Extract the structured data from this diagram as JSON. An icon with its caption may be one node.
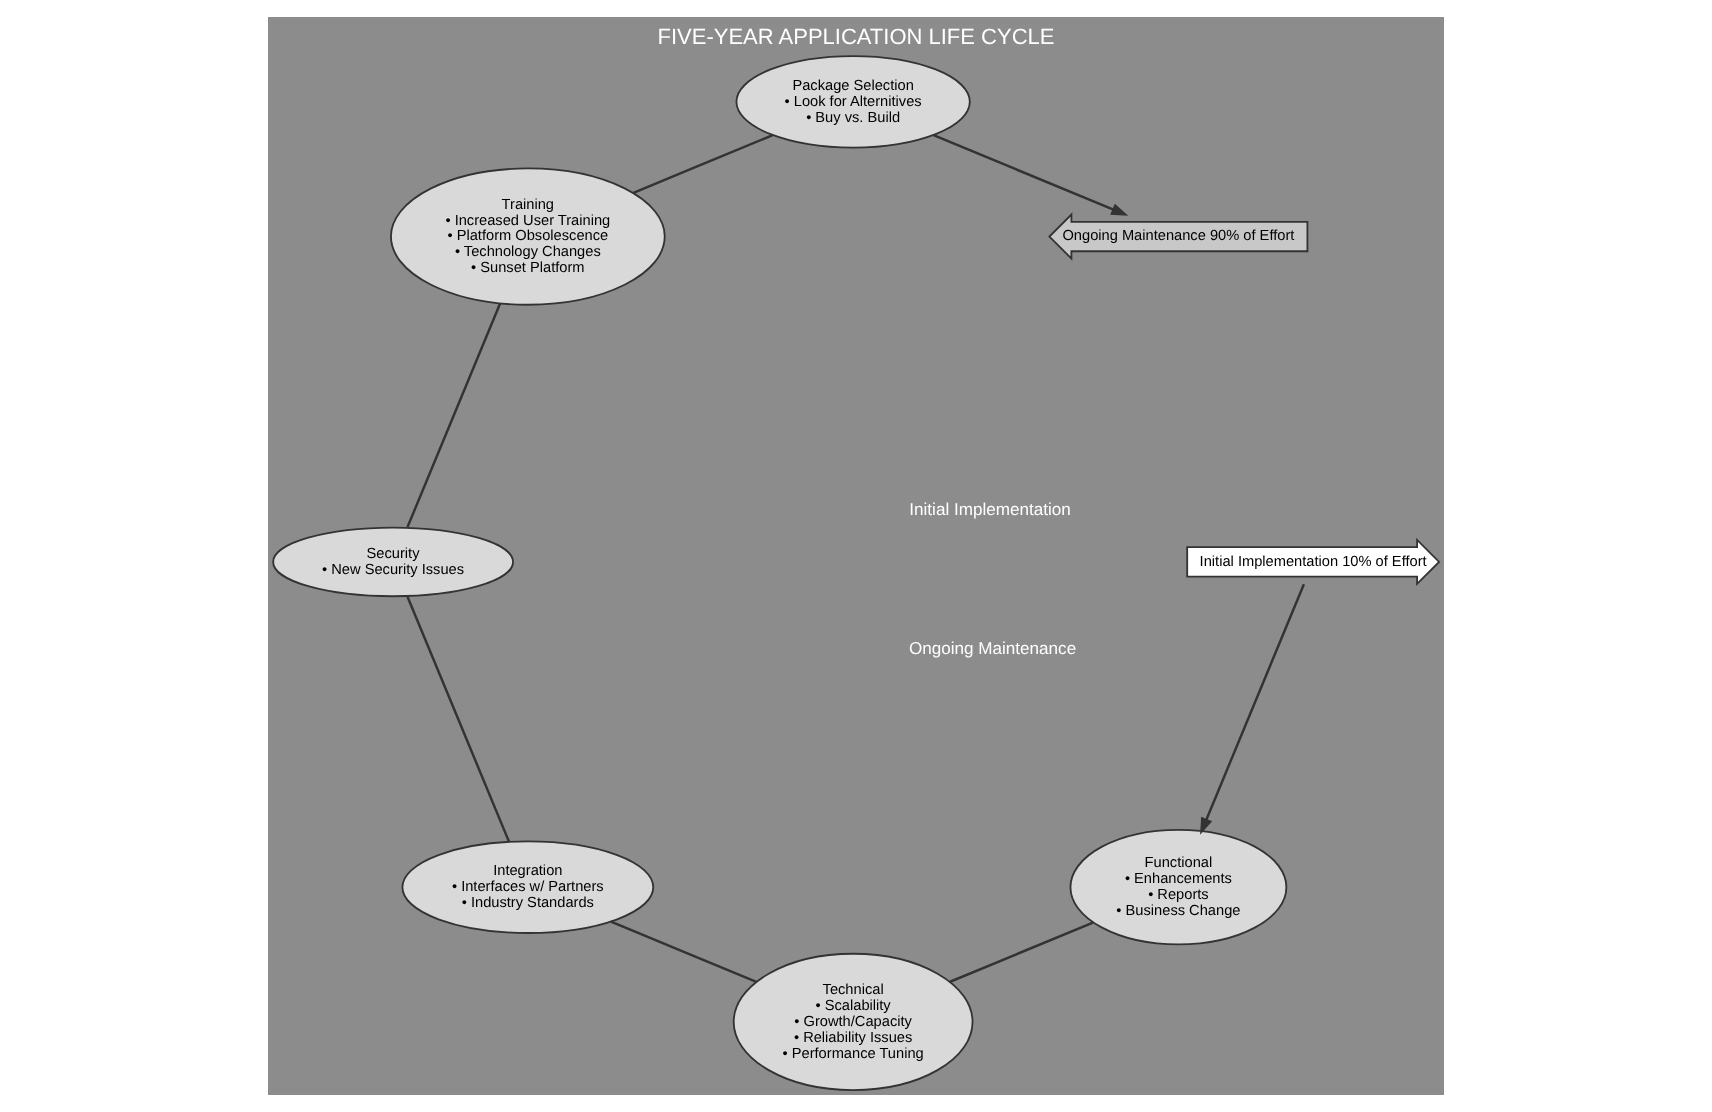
{
  "diagram": {
    "title": "FIVE-YEAR APPLICATION LIFE CYCLE",
    "nodes": [
      {
        "text": [
          "Functional",
          "• Enhancements",
          "• Reports",
          "• Business Change"
        ]
      },
      {
        "text": [
          "Technical",
          "• Scalability",
          "• Growth/Capacity",
          "• Reliability Issues",
          "• Performance Tuning"
        ]
      },
      {
        "text": [
          "Initial Implementation 10% of Effort"
        ]
      },
      {
        "text": [
          "Integration",
          "• Interfaces w/ Partners",
          "• Industry Standards"
        ]
      },
      {
        "text": [
          "Ongoing Maintenance 90% of Effort"
        ]
      },
      {
        "text": [
          "Security",
          "• New Security Issues"
        ]
      },
      {
        "text": [
          "Package Selection",
          "• Look for Alternitives",
          "• Buy vs. Build"
        ]
      },
      {
        "text": [
          "Training",
          "• Increased User Training",
          "• Platform Obsolescence",
          "• Technology Changes",
          "• Sunset Platform"
        ]
      }
    ],
    "edges": [
      {
        "from": 2,
        "to": 0,
        "arrow": "to"
      },
      {
        "from": 0,
        "to": 1,
        "arrow": "none"
      },
      {
        "from": 1,
        "to": 3,
        "arrow": "none"
      },
      {
        "from": 3,
        "to": 5,
        "arrow": "none"
      },
      {
        "from": 5,
        "to": 7,
        "arrow": "none"
      },
      {
        "from": 7,
        "to": 6,
        "arrow": "none"
      },
      {
        "from": 6,
        "to": 4,
        "arrow": "to"
      }
    ],
    "labels": [
      "Initial Implementation",
      "Ongoing Maintenance"
    ]
  }
}
